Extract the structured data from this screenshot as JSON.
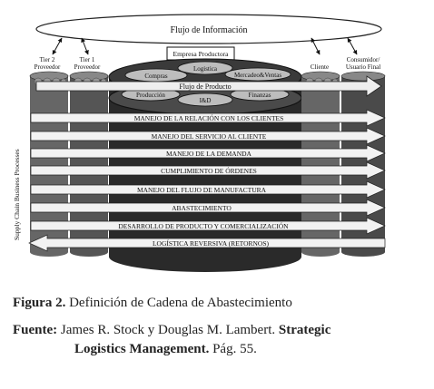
{
  "diagram": {
    "info_flow": "Flujo de Información",
    "company": "Empresa Productora",
    "functions": [
      "Compras",
      "Logistica",
      "Mercadeo&Ventas",
      "Producción",
      "I&D",
      "Finanzas"
    ],
    "product_flow": "Flujo de Producto",
    "tier2": [
      "Tier 2",
      "Proveedor"
    ],
    "tier1": [
      "Tier 1",
      "Proveedor"
    ],
    "client": "Cliente",
    "consumer": [
      "Consumidor/",
      "Usuario Final"
    ],
    "side_label": "Supply Chain Business Processes",
    "processes": [
      "MANEJO DE LA RELACIÓN CON LOS CLIENTES",
      "MANEJO DEL SERVICIO AL CLIENTE",
      "MANEJO DE LA DEMANDA",
      "CUMPLIMIENTO DE ÓRDENES",
      "MANEJO DEL FLUJO DE MANUFACTURA",
      "ABASTECIMIENTO",
      "DESARROLLO DE PRODUCTO Y COMERCIALIZACIÓN",
      "LOGÍSTICA REVERSIVA (RETORNOS)"
    ]
  },
  "caption": {
    "figure_label": "Figura 2.",
    "figure_text": " Definición de Cadena de Abastecimiento",
    "source_label": "Fuente:",
    "source_text": " James R. Stock y Douglas M. Lambert. ",
    "book_line1": "Strategic",
    "book_line2": "Logistics Management.",
    "page": " Pág. 55."
  }
}
